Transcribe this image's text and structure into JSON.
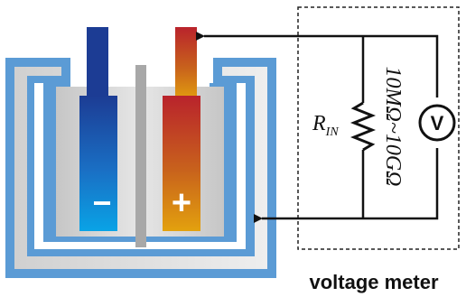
{
  "electrodes": {
    "negative_symbol": "−",
    "positive_symbol": "+"
  },
  "meter": {
    "resistor_label": "R",
    "resistor_subscript": "IN",
    "resistance_range": "10MΩ~10GΩ",
    "meter_symbol": "V",
    "caption": "voltage meter"
  },
  "colors": {
    "container_outer": "#5b9bd5",
    "container_inner": "#c8c8c8",
    "negative_electrode_top": "#1f3a93",
    "negative_electrode_bottom": "#0a9be0",
    "positive_electrode_top": "#c0282a",
    "positive_electrode_bottom": "#e09a10",
    "wire": "#111111"
  }
}
